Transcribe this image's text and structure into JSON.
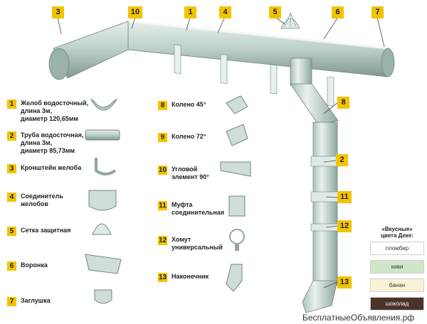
{
  "callouts": [
    "3",
    "10",
    "1",
    "4",
    "5",
    "6",
    "7",
    "8",
    "2",
    "11",
    "12",
    "13"
  ],
  "legend_left": [
    {
      "num": "1",
      "text": "Желоб водосточный,\nдлина 3м,\nдиаметр 120,65мм"
    },
    {
      "num": "2",
      "text": "Труба водосточная,\nдлина 3м,\nдиаметр 85,73мм"
    },
    {
      "num": "3",
      "text": "Кронштейн желоба"
    },
    {
      "num": "4",
      "text": "Соединитель\nжелобов"
    },
    {
      "num": "5",
      "text": "Сетка защитная"
    },
    {
      "num": "6",
      "text": "Воронка"
    },
    {
      "num": "7",
      "text": "Заглушка"
    }
  ],
  "legend_right": [
    {
      "num": "8",
      "text": "Колено 45°"
    },
    {
      "num": "9",
      "text": "Колено 72°"
    },
    {
      "num": "10",
      "text": "Угловой\nэлемент 90°"
    },
    {
      "num": "11",
      "text": "Муфта\nсоединительная"
    },
    {
      "num": "12",
      "text": "Хомут\nуниверсальный"
    },
    {
      "num": "13",
      "text": "Наконечник"
    }
  ],
  "colors_box": {
    "title": "«Вкусные»\nцвета Деке:",
    "swatches": [
      {
        "name": "пломбир",
        "color": "#ffffff",
        "text_color": "#333333"
      },
      {
        "name": "киви",
        "color": "#cfe6c8",
        "text_color": "#333333"
      },
      {
        "name": "банан",
        "color": "#fbf2d6",
        "text_color": "#333333"
      },
      {
        "name": "шоколад",
        "color": "#4a3328",
        "text_color": "#ffffff"
      }
    ]
  },
  "watermark": "БесплатныеОбъявления.рф",
  "colors": {
    "badge": "#f4c300",
    "pipe": "#cfded8",
    "pipe_dark": "#8fa7a0",
    "pipe_edge": "#6f8580"
  }
}
